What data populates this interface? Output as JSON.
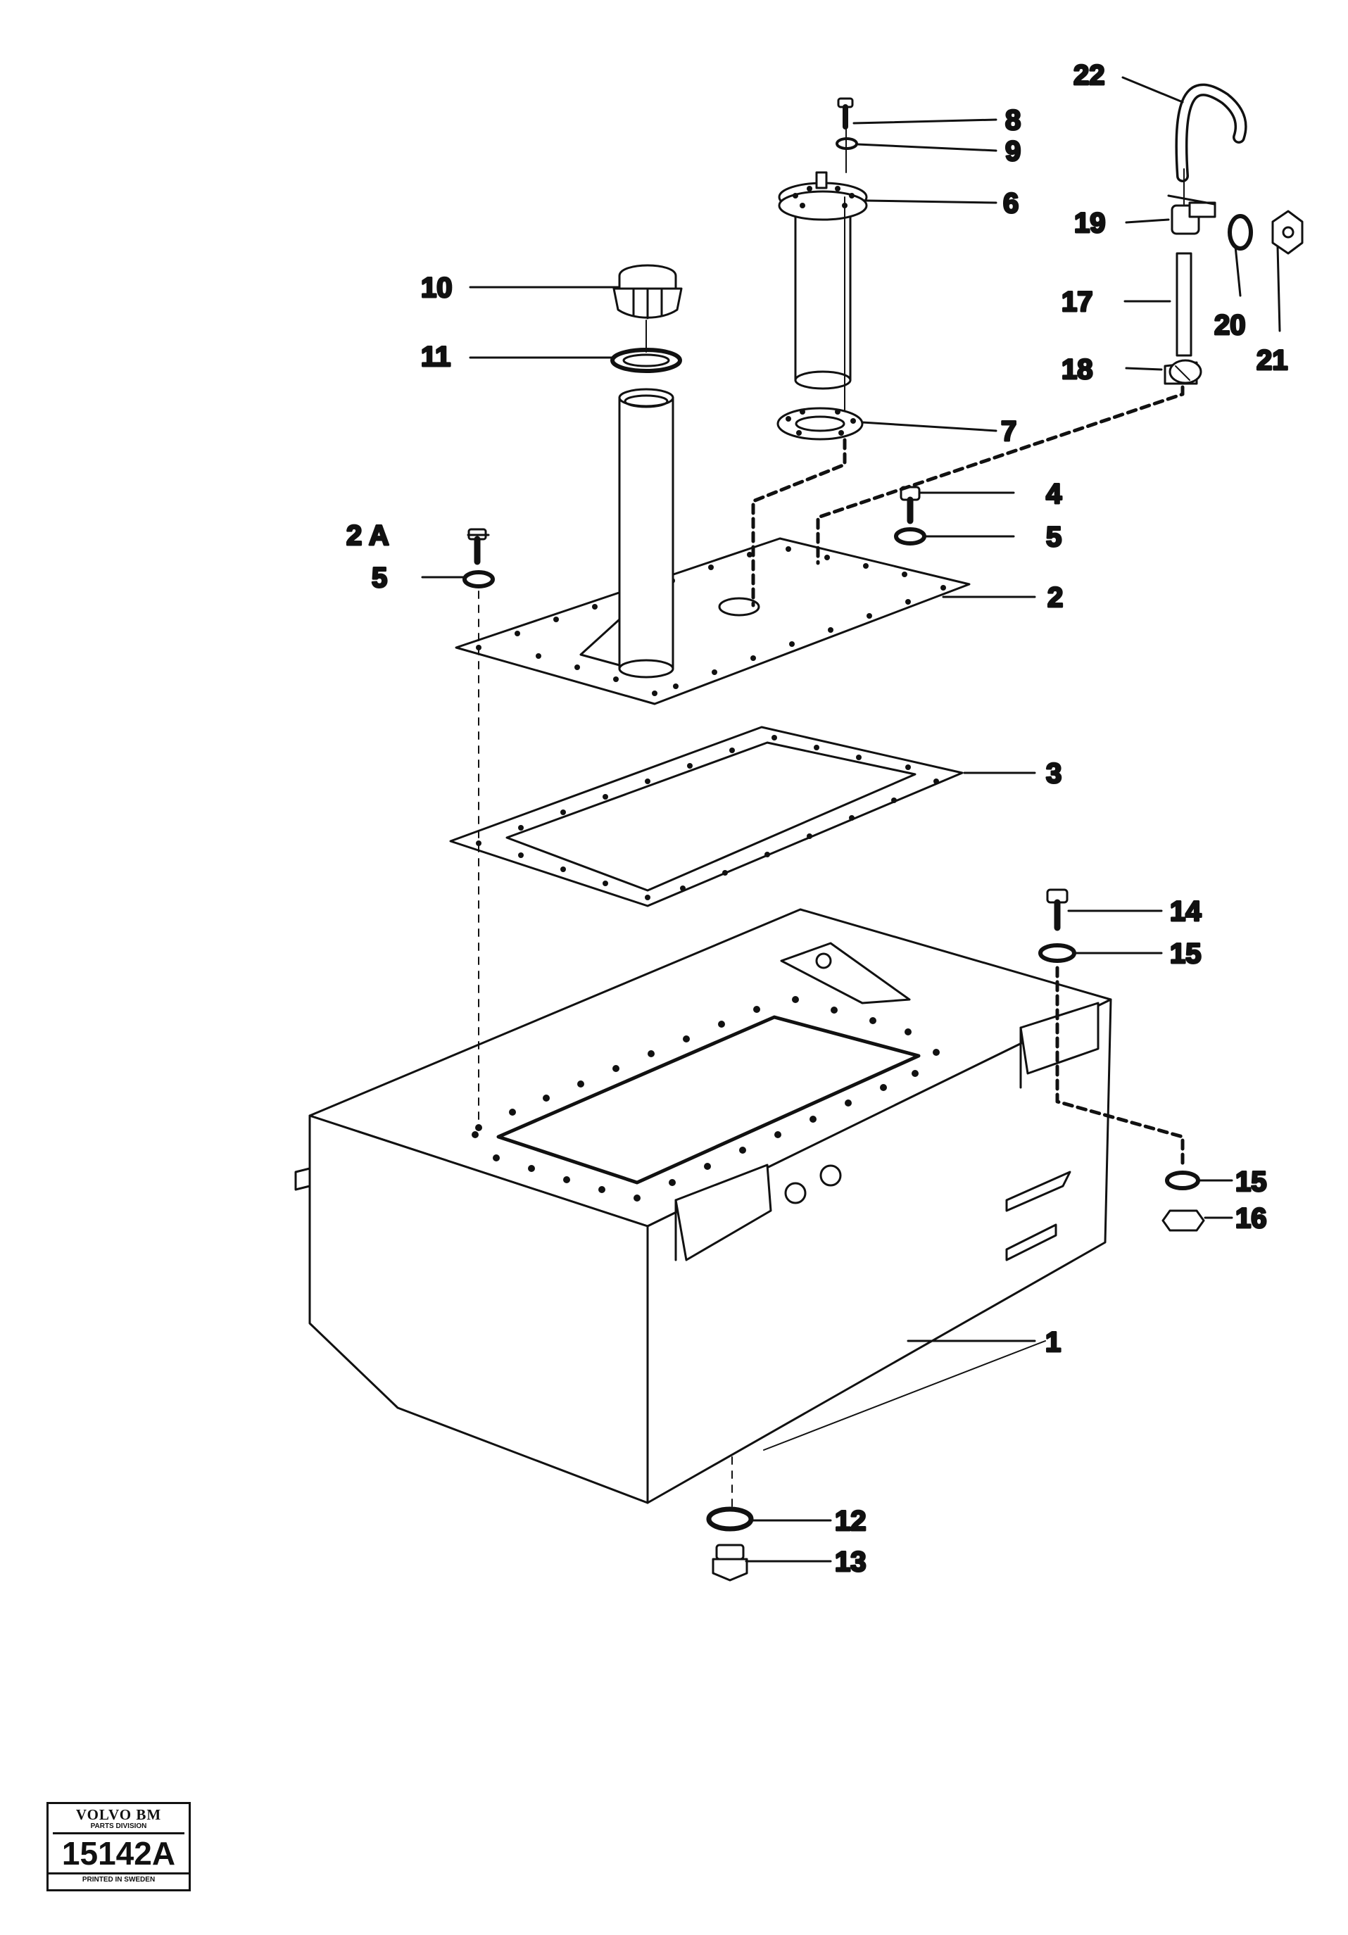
{
  "callouts": {
    "c1": "1",
    "c2": "2",
    "c2a": "2 A",
    "c3": "3",
    "c4": "4",
    "c5a": "5",
    "c5b": "5",
    "c6": "6",
    "c7": "7",
    "c8": "8",
    "c9": "9",
    "c10": "10",
    "c11": "11",
    "c12": "12",
    "c13": "13",
    "c14": "14",
    "c15a": "15",
    "c15b": "15",
    "c16": "16",
    "c17": "17",
    "c18": "18",
    "c19": "19",
    "c20": "20",
    "c21": "21",
    "c22": "22"
  },
  "stamp": {
    "brand": "VOLVO BM",
    "division": "PARTS DIVISION",
    "code": "15142A",
    "printed": "PRINTED IN SWEDEN"
  },
  "colors": {
    "ink": "#111111",
    "paper": "#ffffff"
  }
}
